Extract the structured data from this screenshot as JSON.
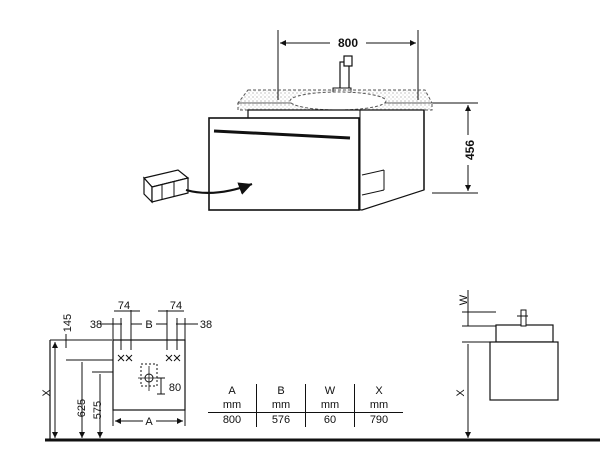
{
  "top_view": {
    "width_label": "800",
    "height_label": "456"
  },
  "front_view": {
    "dims": {
      "d145": "145",
      "d74_left": "74",
      "d74_right": "74",
      "d38_left": "38",
      "d38_right": "38",
      "b_label": "B",
      "a_label": "A",
      "x_label": "X",
      "d625": "625",
      "d575": "575",
      "d80": "80"
    }
  },
  "side_view": {
    "w_label": "W",
    "x_label": "X"
  },
  "table": {
    "headers": [
      "A",
      "B",
      "W",
      "X"
    ],
    "units": [
      "mm",
      "mm",
      "mm",
      "mm"
    ],
    "values": [
      "800",
      "576",
      "60",
      "790"
    ]
  },
  "colors": {
    "line": "#111111",
    "gray": "#8a8a8a"
  }
}
